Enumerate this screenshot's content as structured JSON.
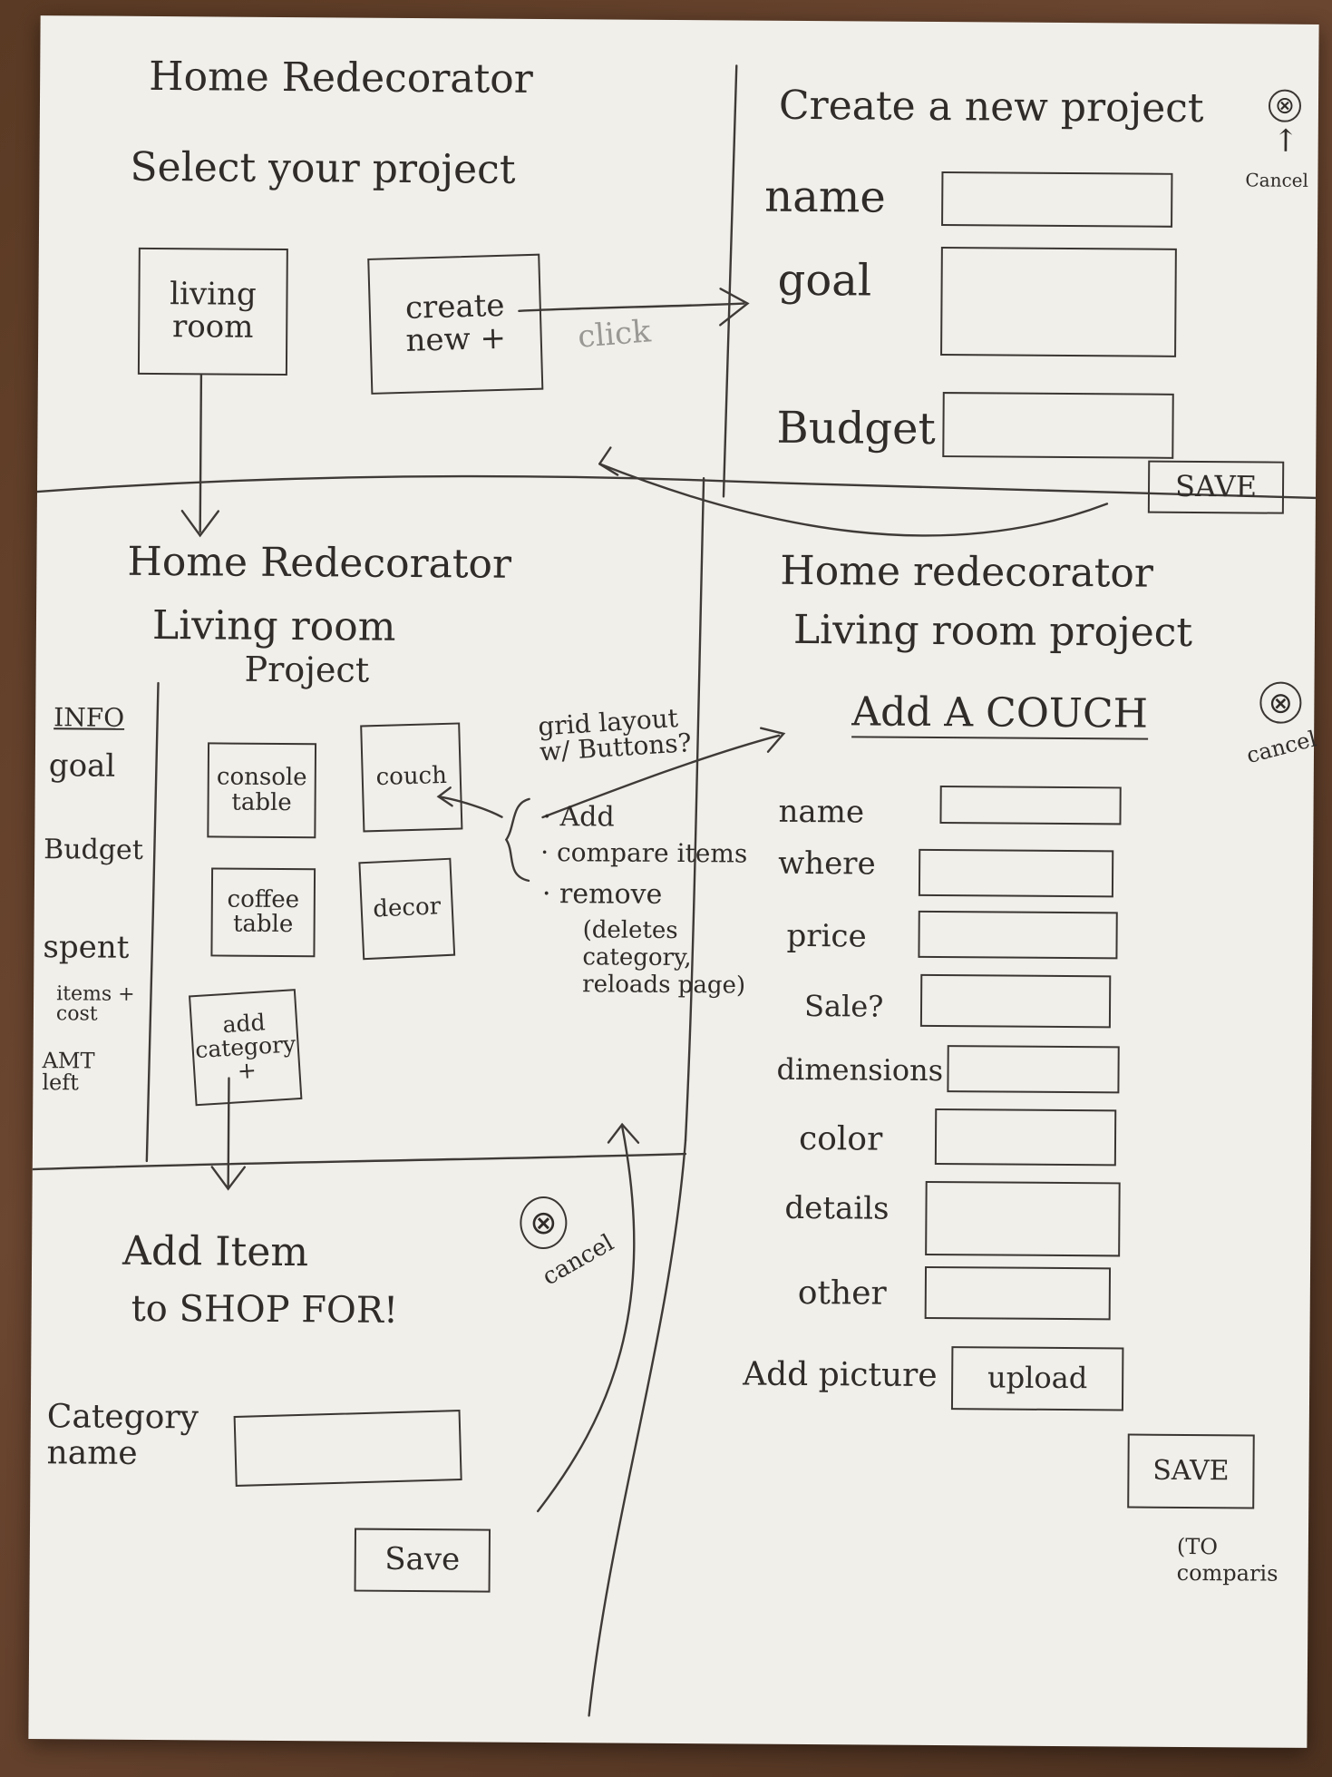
{
  "panel_select": {
    "app_title": "Home Redecorator",
    "heading": "Select your project",
    "living_room_button": "living room",
    "create_new_button": "create new +",
    "click_note": "click"
  },
  "panel_new_project": {
    "title": "Create a new project",
    "close_icon": "⊗",
    "cancel_arrow": "↑",
    "cancel_label": "Cancel",
    "name_label": "name",
    "goal_label": "goal",
    "budget_label": "Budget",
    "save_button": "SAVE"
  },
  "panel_project": {
    "app_title": "Home Redecorator",
    "subtitle_line1": "Living room",
    "subtitle_line2": "Project",
    "info_heading": "INFO",
    "info_goal": "goal",
    "info_budget": "Budget",
    "info_spent": "spent",
    "info_items_cost": "items + cost",
    "info_amt_left": "AMT left",
    "category_buttons": {
      "console_table": "console table",
      "couch": "couch",
      "coffee_table": "coffee table",
      "decor": "decor",
      "add_category": "add category +"
    },
    "note_grid": "grid layout w/ Buttons?",
    "note_add": "· Add",
    "note_compare": "· compare items",
    "note_remove": "· remove",
    "note_remove_detail": "(deletes category, reloads page)"
  },
  "panel_add_item": {
    "title_line1": "Add Item",
    "title_line2": "to SHOP FOR!",
    "close_icon": "⊗",
    "cancel_label": "cancel",
    "category_label": "Category name",
    "save_button": "Save"
  },
  "panel_add_couch": {
    "app_title": "Home redecorator",
    "subtitle": "Living room project",
    "heading": "Add A COUCH",
    "close_icon": "⊗",
    "cancel_label": "cancel",
    "fields": [
      "name",
      "where",
      "price",
      "Sale?",
      "dimensions",
      "color",
      "details",
      "other"
    ],
    "picture_label": "Add picture",
    "upload_button": "upload",
    "save_button": "SAVE",
    "save_note": "(TO comparis"
  }
}
